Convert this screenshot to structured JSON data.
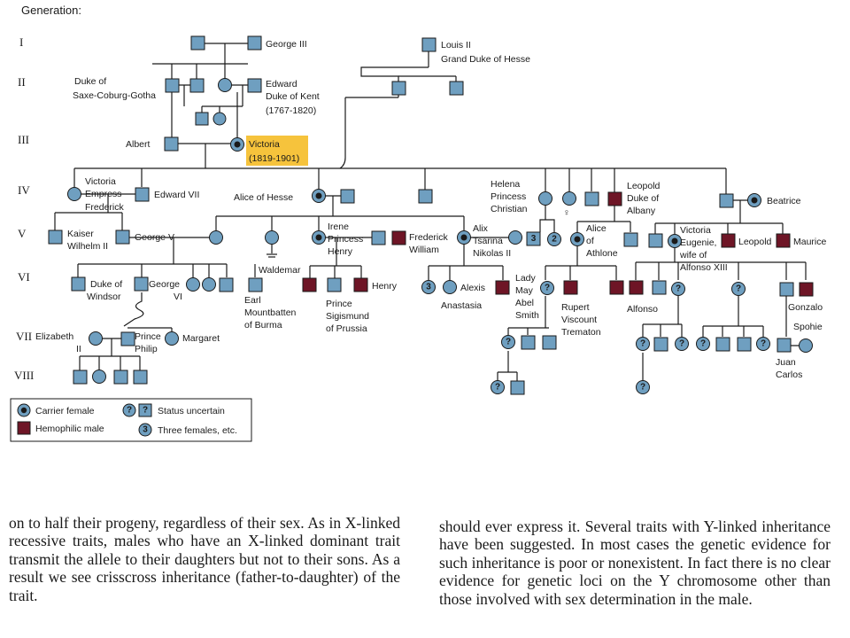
{
  "header": "Generation:",
  "generations": [
    "I",
    "II",
    "III",
    "IV",
    "V",
    "VI",
    "VII",
    "VIII"
  ],
  "labels": {
    "george3": "George III",
    "louis2_a": "Louis II",
    "louis2_b": "Grand Duke of Hesse",
    "saxe_a": "Duke of",
    "saxe_b": "Saxe-Coburg-Gotha",
    "edward_a": "Edward",
    "edward_b": "Duke of Kent",
    "edward_c": "(1767-1820)",
    "albert": "Albert",
    "victoria_a": "Victoria",
    "victoria_b": "(1819-1901)",
    "vic_emp_a": "Victoria",
    "vic_emp_b": "Empress",
    "vic_emp_c": "Frederick",
    "edward7": "Edward VII",
    "alice_hesse": "Alice of Hesse",
    "helena_a": "Helena",
    "helena_b": "Princess",
    "helena_c": "Christian",
    "leopold_a": "Leopold",
    "leopold_b": "Duke of",
    "leopold_c": "Albany",
    "beatrice": "Beatrice",
    "kaiser_a": "Kaiser",
    "kaiser_b": "Wilhelm II",
    "george5": "George V",
    "irene_a": "Irene",
    "irene_b": "Princess",
    "irene_c": "Henry",
    "frederick_a": "Frederick",
    "frederick_b": "William",
    "alix_a": "Alix",
    "alix_b": "Tsarina",
    "alix_c": "Nikolas II",
    "alice_ath_a": "Alice",
    "alice_ath_b": "of",
    "alice_ath_c": "Athlone",
    "vic_eug_a": "Victoria",
    "vic_eug_b": "Eugenie,",
    "vic_eug_c": "wife of",
    "vic_eug_d": "Alfonso XIII",
    "leopold2": "Leopold",
    "maurice": "Maurice",
    "windsor_a": "Duke of",
    "windsor_b": "Windsor",
    "george6_a": "George",
    "george6_b": "VI",
    "waldemar": "Waldemar",
    "earl_a": "Earl",
    "earl_b": "Mountbatten",
    "earl_c": "of Burma",
    "prince_sig_a": "Prince",
    "prince_sig_b": "Sigismund",
    "prince_sig_c": "of Prussia",
    "henry": "Henry",
    "alexis": "Alexis",
    "anastasia": "Anastasia",
    "may_a": "Lady",
    "may_b": "May",
    "may_c": "Abel",
    "may_d": "Smith",
    "rupert_a": "Rupert",
    "rupert_b": "Viscount",
    "rupert_c": "Trematon",
    "alfonso": "Alfonso",
    "gonzalo": "Gonzalo",
    "elizabeth_a": "Elizabeth",
    "elizabeth_b": "II",
    "philip_a": "Prince",
    "philip_b": "Philip",
    "margaret": "Margaret",
    "spohie": "Spohie",
    "juan_a": "Juan",
    "juan_b": "Carlos"
  },
  "marks": {
    "uncertain": "?",
    "three": "3",
    "two": "2"
  },
  "legend": {
    "carrier": "Carrier female",
    "hemophilic": "Hemophilic male",
    "uncertain": "Status uncertain",
    "three": "Three females, etc."
  },
  "paragraphs": {
    "left": "on to half their progeny, regardless of their sex. As in X-linked recessive traits, males who have an X-linked dominant trait transmit the allele to their daughters but not to their sons. As a result we see crisscross inheritance (father-to-daughter) of the trait.",
    "right": "should ever express it. Several traits with Y-linked inheritance have been suggested. In most cases the genetic evidence for such inheritance is poor or nonexistent. In fact there is no clear evidence for genetic loci on the Y chromosome other than those involved with sex determination in the male."
  },
  "colors": {
    "normal": "#6f9fc0",
    "affected": "#6e1526",
    "highlight": "#f6c33c"
  }
}
